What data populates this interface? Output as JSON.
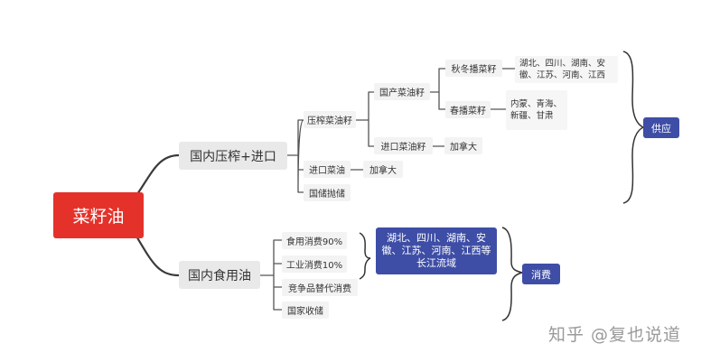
{
  "root": "菜籽油",
  "supply": {
    "branch": "国内压榨+进口",
    "crush": "压榨菜油籽",
    "domestic": "国产菜油籽",
    "autumn": "秋冬播菜籽",
    "autumn_regions": "湖北、四川、湖南、安徽、江苏、河南、江西",
    "spring": "春播菜籽",
    "spring_regions": "内蒙、青海、新疆、甘肃",
    "import_seed": "进口菜油籽",
    "import_seed_origin": "加拿大",
    "import_oil": "进口菜油",
    "import_oil_origin": "加拿大",
    "reserve": "国储抛储",
    "label": "供应"
  },
  "demand": {
    "branch": "国内食用油",
    "food": "食用消费90%",
    "industrial": "工业消费10%",
    "substitute": "竞争品替代消费",
    "state": "国家收储",
    "regions": "湖北、四川、湖南、安徽、江苏、河南、江西等长江流域",
    "label": "消费"
  },
  "watermark": "知乎 @复也说道"
}
